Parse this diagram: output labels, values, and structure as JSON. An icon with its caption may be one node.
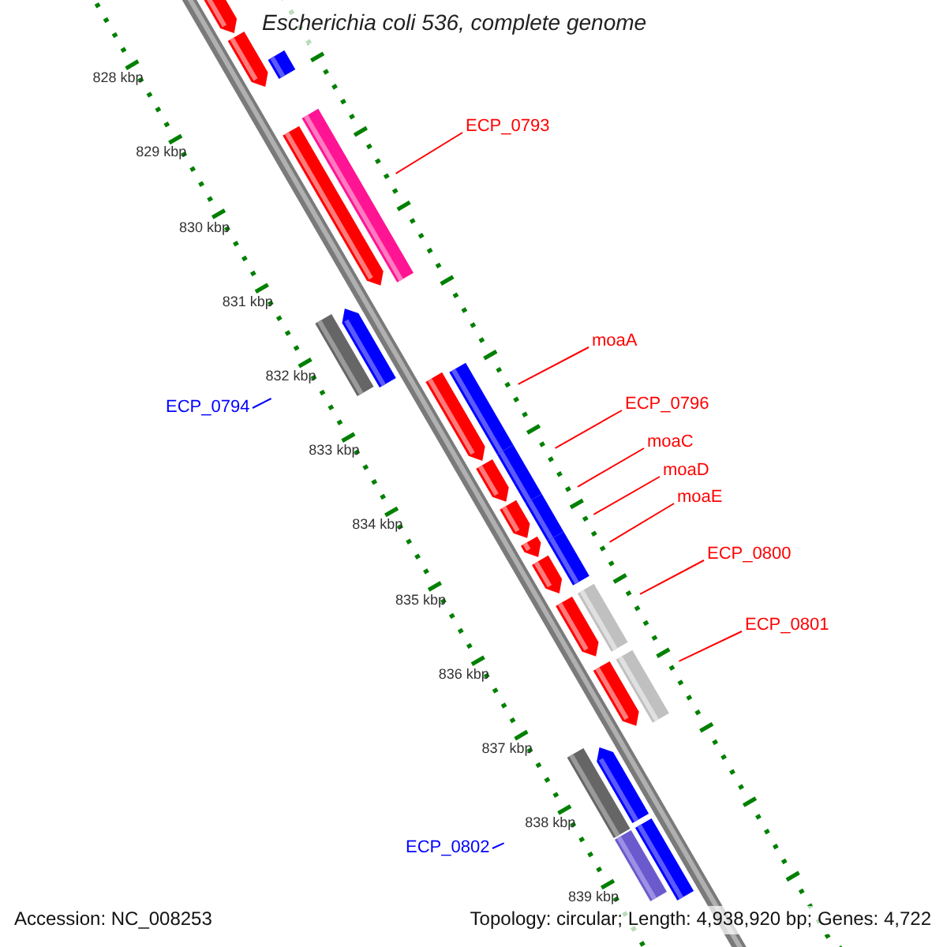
{
  "diagram": {
    "title": "Escherichia coli 536, complete genome",
    "nodes": [
      {
        "text": [],
        "shape": "arrow"
      },
      {
        "text": [],
        "shape": "bar"
      },
      {
        "text": [],
        "shape": "arrow"
      },
      {
        "text": [],
        "shape": "bar"
      },
      {
        "text": [],
        "shape": "arrow"
      },
      {
        "text": [],
        "shape": "bar"
      },
      {
        "text": [],
        "shape": "arrow"
      },
      {
        "text": [],
        "shape": "bar"
      },
      {
        "text": [],
        "shape": "arrow"
      },
      {
        "text": [],
        "shape": "bar"
      },
      {
        "text": [],
        "shape": "arrow"
      },
      {
        "text": [],
        "shape": "bar"
      },
      {
        "text": [],
        "shape": "arrow"
      },
      {
        "text": [],
        "shape": "bar"
      },
      {
        "text": [],
        "shape": "arrow"
      },
      {
        "text": [],
        "shape": "arrow"
      },
      {
        "text": [],
        "shape": "bar"
      },
      {
        "text": [],
        "shape": "arrow"
      },
      {
        "text": [],
        "shape": "bar"
      },
      {
        "text": [],
        "shape": "arrow"
      },
      {
        "text": [],
        "shape": "bar"
      },
      {
        "text": [],
        "shape": "arrow"
      },
      {
        "text": [],
        "shape": "bar"
      },
      {
        "text": [],
        "shape": "bar"
      },
      {
        "text": [
          "ECP_0793"
        ]
      },
      {
        "text": [
          "ECP_0794"
        ]
      },
      {
        "text": [
          "moaA"
        ]
      },
      {
        "text": [
          "ECP_0796"
        ]
      },
      {
        "text": [
          "moaC"
        ]
      },
      {
        "text": [
          "moaD"
        ]
      },
      {
        "text": [
          "moaE"
        ]
      },
      {
        "text": [
          "ECP_0800"
        ]
      },
      {
        "text": [
          "ECP_0801"
        ]
      },
      {
        "text": [
          "ECP_0802"
        ]
      }
    ],
    "edges": [
      {
        "from": 24,
        "to": null,
        "arrow": "none"
      },
      {
        "from": 25,
        "to": null,
        "arrow": "none",
        "color": "#0000ff"
      },
      {
        "from": 26,
        "to": null,
        "arrow": "none"
      },
      {
        "from": 27,
        "to": null,
        "arrow": "none"
      },
      {
        "from": 28,
        "to": null,
        "arrow": "none"
      },
      {
        "from": 29,
        "to": null,
        "arrow": "none"
      },
      {
        "from": 30,
        "to": null,
        "arrow": "none"
      },
      {
        "from": 31,
        "to": null,
        "arrow": "none"
      },
      {
        "from": 32,
        "to": null,
        "arrow": "none"
      },
      {
        "from": 33,
        "to": null,
        "arrow": "none",
        "color": "#0000ff"
      }
    ],
    "labels": [
      "828 kbp",
      "829 kbp",
      "830 kbp",
      "831 kbp",
      "832 kbp",
      "833 kbp",
      "834 kbp",
      "835 kbp",
      "836 kbp",
      "837 kbp",
      "838 kbp",
      "839 kbp",
      "Accession: NC_008253",
      "Topology: circular; Length: 4,938,920 bp; Genes: 4,722"
    ]
  }
}
